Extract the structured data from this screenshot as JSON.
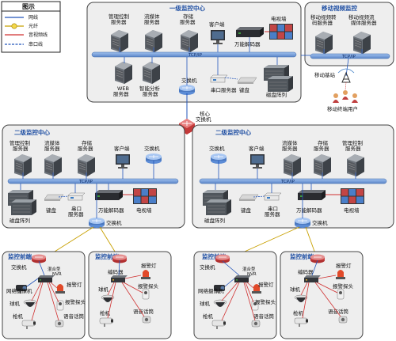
{
  "legend": {
    "title": "图示",
    "items": [
      "网线",
      "光纤",
      "音视频线",
      "串口线"
    ],
    "colors": [
      "#2255bb",
      "#c8a000",
      "#d03030",
      "#2255bb"
    ]
  },
  "level1": {
    "title": "一级监控中心",
    "bus_label": "TCP/IP",
    "mgmt_server": "管理控制\n服务器",
    "stream_server": "流媒体\n服务器",
    "storage_server": "存储\n服务器",
    "client": "客户端",
    "decoder": "万能解码器",
    "tv_wall": "电视墙",
    "web_server": "WEB\n服务器",
    "analysis_server": "智能分析\n服务器",
    "switch": "交换机",
    "serial_server": "串口服务器",
    "keyboard": "键盘",
    "disk_array": "磁盘阵列"
  },
  "mobile": {
    "title": "移动视频监控",
    "transcode_server": "移动视频转\n码服务器",
    "stream_server": "移动视频流\n媒体服务器",
    "bus_label": "TCP/IP",
    "base_station": "移动基站",
    "users": "移动终端用户"
  },
  "core_switch": "核心\n交换机",
  "level2_left": {
    "title": "二级监控中心",
    "mgmt_server": "管理控制\n服务器",
    "stream_server": "流媒体\n服务器",
    "storage_server": "存储\n服务器",
    "client": "客户端",
    "switch": "交换机",
    "bus_label": "TCP/IP",
    "disk_array": "磁盘阵列",
    "keyboard": "键盘",
    "serial_server": "串口\n服务器",
    "decoder": "万能解码器",
    "tv_wall": "电视墙",
    "switch2": "交换机"
  },
  "level2_right": {
    "title": "二级监控中心",
    "switch": "交换机",
    "client": "客户端",
    "stream_server": "流媒体\n服务器",
    "storage_server": "存储\n服务器",
    "mgmt_server": "管理控制\n服务器",
    "bus_label": "TCP/IP",
    "disk_array": "磁盘阵列",
    "keyboard": "键盘",
    "serial_server": "串口\n服务器",
    "decoder": "万能解码器",
    "tv_wall": "电视墙",
    "switch2": "交换机"
  },
  "front": [
    {
      "title": "监控前端",
      "switch": "交换机",
      "nvr": "混合型\nNVR",
      "cam": "网络摄像机",
      "dome": "球机",
      "alarm": "报警灯",
      "probe": "报警探头",
      "bullet": "枪机",
      "intercom": "语音话筒"
    },
    {
      "title": "监控前端",
      "encoder": "编码器",
      "alarm": "报警灯",
      "probe": "报警探头",
      "dome": "球机",
      "bullet": "枪机",
      "intercom": "语音话筒"
    },
    {
      "title": "监控前端",
      "switch": "交换机",
      "nvr": "混合型\nNVR",
      "cam": "网络摄像机",
      "dome": "球机",
      "alarm": "报警灯",
      "probe": "报警探头",
      "bullet": "枪机",
      "intercom": "语音话筒"
    },
    {
      "title": "监控前端",
      "encoder": "编码器",
      "alarm": "报警灯",
      "probe": "报警探头",
      "dome": "球机",
      "bullet": "枪机",
      "intercom": "语音话筒"
    }
  ]
}
